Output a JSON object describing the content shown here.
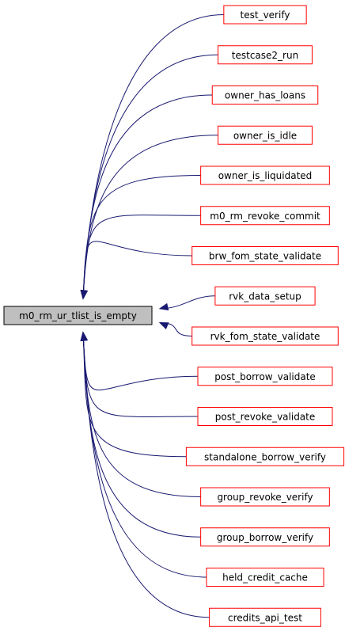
{
  "diagram": {
    "type": "call-graph",
    "root": {
      "label": "m0_rm_ur_tlist_is_empty",
      "fill": "#bfbfbf",
      "stroke": "#000000"
    },
    "callers": [
      {
        "label": "test_verify"
      },
      {
        "label": "testcase2_run"
      },
      {
        "label": "owner_has_loans"
      },
      {
        "label": "owner_is_idle"
      },
      {
        "label": "owner_is_liquidated"
      },
      {
        "label": "m0_rm_revoke_commit"
      },
      {
        "label": "brw_fom_state_validate"
      },
      {
        "label": "rvk_data_setup"
      },
      {
        "label": "rvk_fom_state_validate"
      },
      {
        "label": "post_borrow_validate"
      },
      {
        "label": "post_revoke_validate"
      },
      {
        "label": "standalone_borrow_verify"
      },
      {
        "label": "group_revoke_verify"
      },
      {
        "label": "group_borrow_verify"
      },
      {
        "label": "held_credit_cache"
      },
      {
        "label": "credits_api_test"
      }
    ],
    "colors": {
      "caller_border": "#ff0000",
      "caller_fill": "#ffffff",
      "edge": "#191970"
    }
  }
}
